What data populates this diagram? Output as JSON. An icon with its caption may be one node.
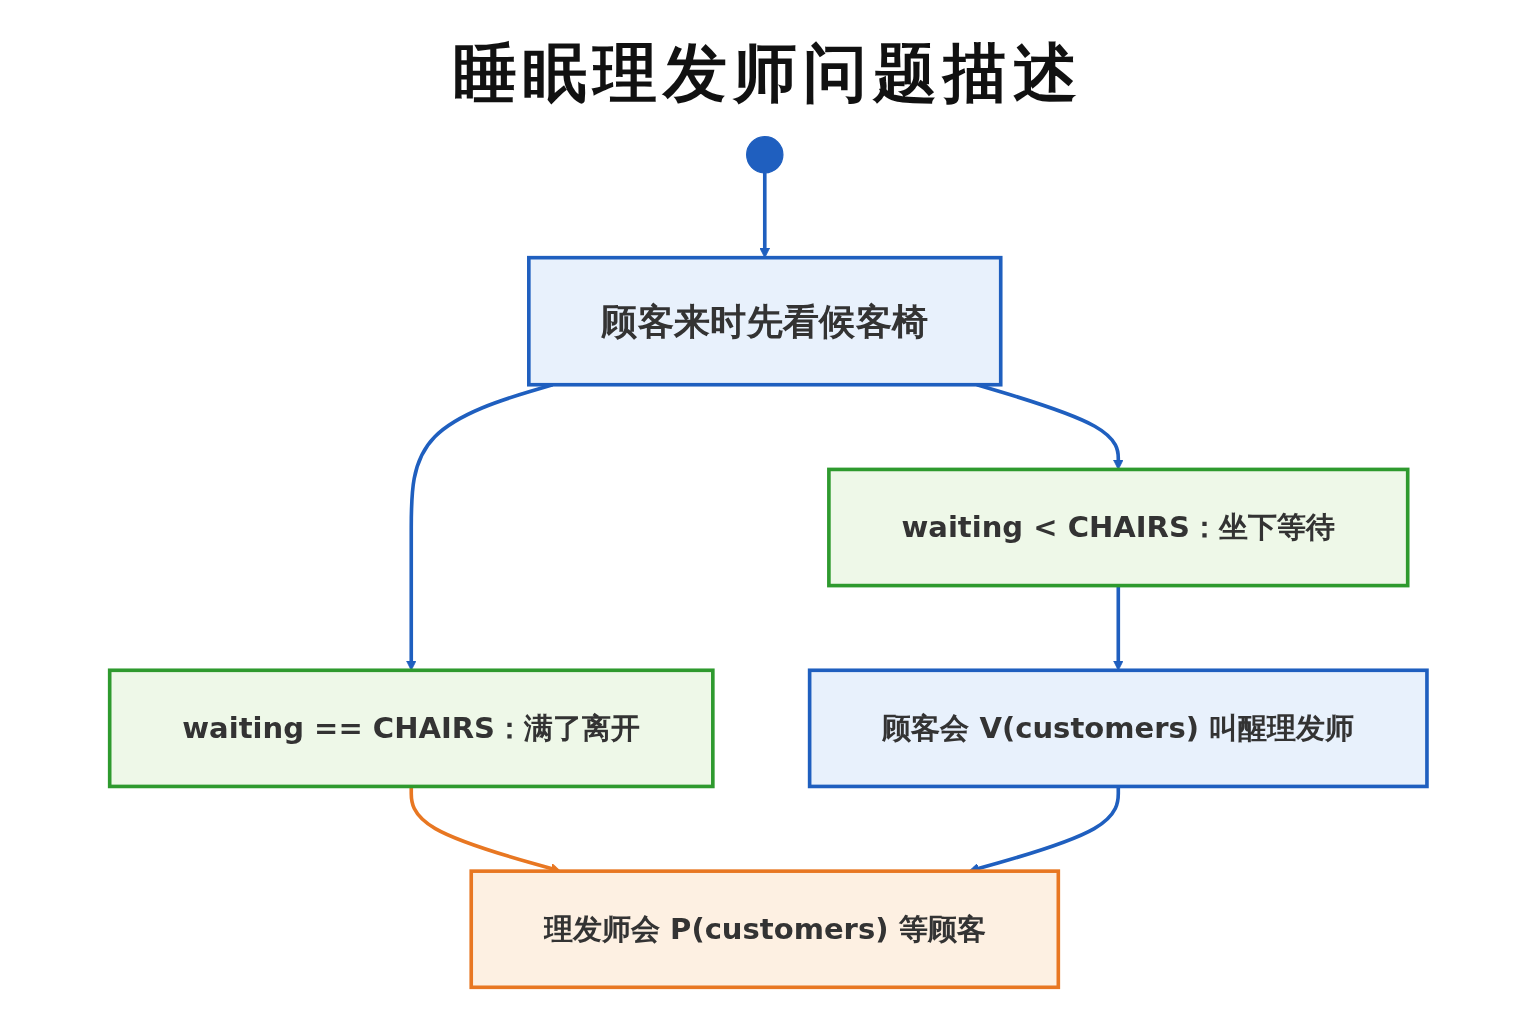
{
  "diagram": {
    "title": "睡眠理发师问题描述",
    "nodes": [
      {
        "text": [],
        "shape": "person"
      },
      {
        "text": [
          "顾客来时先看候客椅"
        ]
      },
      {
        "text": [
          "waiting < CHAIRS：坐下等待"
        ]
      },
      {
        "text": [
          "waiting == CHAIRS：满了离开"
        ]
      },
      {
        "text": [
          "顾客会 V(customers) 叫醒理发师"
        ]
      },
      {
        "text": [
          "理发师会 P(customers) 等顾客"
        ]
      }
    ],
    "edges": [
      {
        "from": 0,
        "to": 1,
        "arrow": "to"
      },
      {
        "from": 1,
        "to": 2,
        "arrow": "to"
      },
      {
        "from": 1,
        "to": 3,
        "arrow": "to"
      },
      {
        "from": 2,
        "to": 4,
        "arrow": "to"
      },
      {
        "from": 3,
        "to": 5,
        "arrow": "to",
        "color": "#e87722"
      },
      {
        "from": 4,
        "to": 5,
        "arrow": "to"
      }
    ]
  }
}
